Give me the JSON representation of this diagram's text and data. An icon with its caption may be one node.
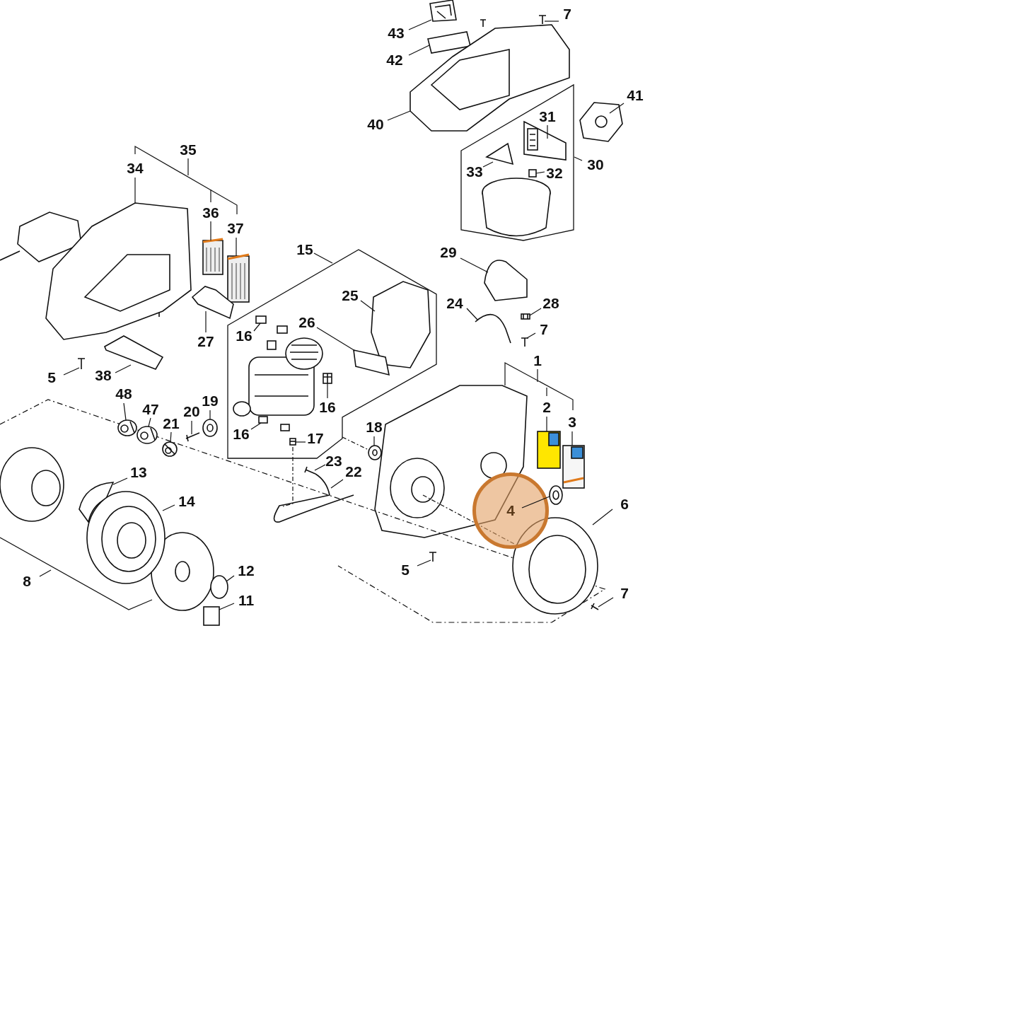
{
  "diagram": {
    "nodes": [
      {
        "text": [
          "7"
        ]
      },
      {
        "text": [
          "43"
        ]
      },
      {
        "text": [
          "42"
        ]
      },
      {
        "text": [
          "41"
        ]
      },
      {
        "text": [
          "30"
        ]
      },
      {
        "text": [
          "31"
        ],
        "in": 4
      },
      {
        "text": [
          "33"
        ],
        "in": 4
      },
      {
        "text": [
          "32"
        ],
        "in": 4
      },
      {
        "text": [
          "40"
        ]
      },
      {
        "text": [
          "34"
        ]
      },
      {
        "text": [
          "36"
        ]
      },
      {
        "text": [
          "37"
        ]
      },
      {
        "text": [
          "15"
        ]
      },
      {
        "text": [
          "25"
        ],
        "in": 12
      },
      {
        "text": [
          "26"
        ],
        "in": 12
      },
      {
        "text": [
          "16"
        ],
        "in": 12
      },
      {
        "text": [
          "16"
        ],
        "in": 12
      },
      {
        "text": [
          "16"
        ],
        "in": 12
      },
      {
        "text": [
          "17"
        ],
        "in": 12
      },
      {
        "text": [
          "29"
        ]
      },
      {
        "text": [
          "24"
        ]
      },
      {
        "text": [
          "28"
        ]
      },
      {
        "text": [
          "7"
        ]
      },
      {
        "text": [
          "27"
        ]
      },
      {
        "text": [
          "5"
        ]
      },
      {
        "text": [
          "38"
        ]
      },
      {
        "text": [
          "2"
        ]
      },
      {
        "text": [
          "3"
        ]
      },
      {
        "text": [
          "48"
        ]
      },
      {
        "text": [
          "47"
        ]
      },
      {
        "text": [
          "20"
        ]
      },
      {
        "text": [
          "19"
        ]
      },
      {
        "text": [
          "21"
        ]
      },
      {
        "text": [
          "18"
        ]
      },
      {
        "text": [
          "23"
        ]
      },
      {
        "text": [
          "22"
        ]
      },
      {
        "text": [
          "13"
        ]
      },
      {
        "text": [
          "14"
        ]
      },
      {
        "text": [
          "6"
        ]
      },
      {
        "text": [
          "4"
        ]
      },
      {
        "text": [
          "12"
        ]
      },
      {
        "text": [
          "5"
        ]
      },
      {
        "text": [
          "11"
        ]
      },
      {
        "text": [
          "7"
        ]
      },
      {
        "text": [],
        "shape": "picture"
      },
      {
        "text": [],
        "shape": "picture"
      },
      {
        "text": [],
        "shape": "picture"
      },
      {
        "text": [],
        "shape": "picture"
      },
      {
        "text": [],
        "shape": "picture",
        "in": 4
      },
      {
        "text": [],
        "shape": "picture",
        "in": 4
      },
      {
        "text": [],
        "shape": "box",
        "in": 4
      },
      {
        "text": [],
        "shape": "picture"
      },
      {
        "text": [],
        "shape": "picture"
      },
      {
        "text": [],
        "shape": "picture"
      },
      {
        "text": [],
        "shape": "picture"
      },
      {
        "text": [],
        "shape": "picture",
        "in": 12
      },
      {
        "text": [],
        "shape": "picture",
        "in": 12
      },
      {
        "text": [],
        "shape": "box",
        "in": 12
      },
      {
        "text": [],
        "shape": "picture",
        "in": 12
      },
      {
        "text": [],
        "shape": "box",
        "in": 12
      },
      {
        "text": [],
        "shape": "picture",
        "in": 12
      },
      {
        "text": [],
        "shape": "picture"
      },
      {
        "text": [],
        "shape": "picture"
      },
      {
        "text": [],
        "shape": "picture"
      },
      {
        "text": [],
        "shape": "picture"
      },
      {
        "text": [],
        "shape": "picture"
      },
      {
        "text": [],
        "shape": "picture"
      },
      {
        "text": [],
        "shape": "picture"
      },
      {
        "text": [],
        "shape": "picture"
      },
      {
        "text": [],
        "shape": "picture"
      },
      {
        "text": [],
        "shape": "picture"
      },
      {
        "text": [],
        "shape": "picture"
      },
      {
        "text": [],
        "shape": "picture"
      },
      {
        "text": [],
        "shape": "picture"
      },
      {
        "text": [],
        "shape": "picture"
      },
      {
        "text": [],
        "shape": "picture"
      },
      {
        "text": [],
        "shape": "picture"
      },
      {
        "text": [],
        "shape": "picture"
      },
      {
        "text": [],
        "shape": "picture"
      },
      {
        "text": [],
        "shape": "picture"
      },
      {
        "text": [],
        "shape": "picture"
      },
      {
        "text": [],
        "shape": "picture"
      },
      {
        "text": [],
        "shape": "circle"
      },
      {
        "text": [],
        "shape": "picture"
      },
      {
        "text": [],
        "shape": "box"
      },
      {
        "text": [],
        "shape": "picture"
      }
    ],
    "edges": [
      {
        "from": 0,
        "to": 44,
        "arrow": "none"
      },
      {
        "from": 1,
        "to": 45,
        "arrow": "none"
      },
      {
        "from": 2,
        "to": 46,
        "arrow": "none"
      },
      {
        "from": 3,
        "to": 47,
        "arrow": "none"
      },
      {
        "from": 5,
        "to": 48,
        "arrow": "none"
      },
      {
        "from": 6,
        "to": 49,
        "arrow": "none"
      },
      {
        "from": 7,
        "to": 50,
        "arrow": "none"
      },
      {
        "from": 8,
        "to": 51,
        "arrow": "none"
      },
      {
        "from": 9,
        "to": 52,
        "arrow": "none"
      },
      {
        "from": 10,
        "to": 53,
        "arrow": "none"
      },
      {
        "from": 11,
        "to": 54,
        "arrow": "none"
      },
      {
        "from": 13,
        "to": 55,
        "arrow": "none"
      },
      {
        "from": 14,
        "to": 56,
        "arrow": "none"
      },
      {
        "from": 15,
        "to": 57,
        "arrow": "none"
      },
      {
        "from": 16,
        "to": 58,
        "arrow": "none"
      },
      {
        "from": 17,
        "to": 59,
        "arrow": "none"
      },
      {
        "from": 18,
        "to": 60,
        "arrow": "none"
      },
      {
        "from": 19,
        "to": 61,
        "arrow": "none"
      },
      {
        "from": 20,
        "to": 62,
        "arrow": "none"
      },
      {
        "from": 21,
        "to": 63,
        "arrow": "none"
      },
      {
        "from": 22,
        "to": 64,
        "arrow": "none"
      },
      {
        "from": 23,
        "to": 65,
        "arrow": "none"
      },
      {
        "from": 24,
        "to": 66,
        "arrow": "none"
      },
      {
        "from": 25,
        "to": 67,
        "arrow": "none"
      },
      {
        "from": 26,
        "to": 68,
        "arrow": "none"
      },
      {
        "from": 27,
        "to": 69,
        "arrow": "none"
      },
      {
        "from": 28,
        "to": 70,
        "arrow": "none"
      },
      {
        "from": 29,
        "to": 71,
        "arrow": "none"
      },
      {
        "from": 30,
        "to": 72,
        "arrow": "none"
      },
      {
        "from": 31,
        "to": 73,
        "arrow": "none"
      },
      {
        "from": 32,
        "to": 74,
        "arrow": "none"
      },
      {
        "from": 33,
        "to": 75,
        "arrow": "none"
      },
      {
        "from": 34,
        "to": 76,
        "arrow": "none"
      },
      {
        "from": 35,
        "to": 77,
        "arrow": "none"
      },
      {
        "from": 36,
        "to": 78,
        "arrow": "none"
      },
      {
        "from": 37,
        "to": 79,
        "arrow": "none"
      },
      {
        "from": 38,
        "to": 80,
        "arrow": "none"
      },
      {
        "from": 39,
        "to": 81,
        "arrow": "none"
      },
      {
        "from": 40,
        "to": 82,
        "arrow": "none"
      },
      {
        "from": 41,
        "to": 83,
        "arrow": "none"
      },
      {
        "from": 42,
        "to": 84,
        "arrow": "none"
      },
      {
        "from": 43,
        "to": 85,
        "arrow": "none"
      },
      {
        "from": 60,
        "to": 77,
        "arrow": "none",
        "style": "dashed"
      },
      {
        "from": 12,
        "to": 75,
        "arrow": "none",
        "style": "dashed"
      }
    ],
    "labels": [
      "35",
      "1",
      "8"
    ]
  }
}
